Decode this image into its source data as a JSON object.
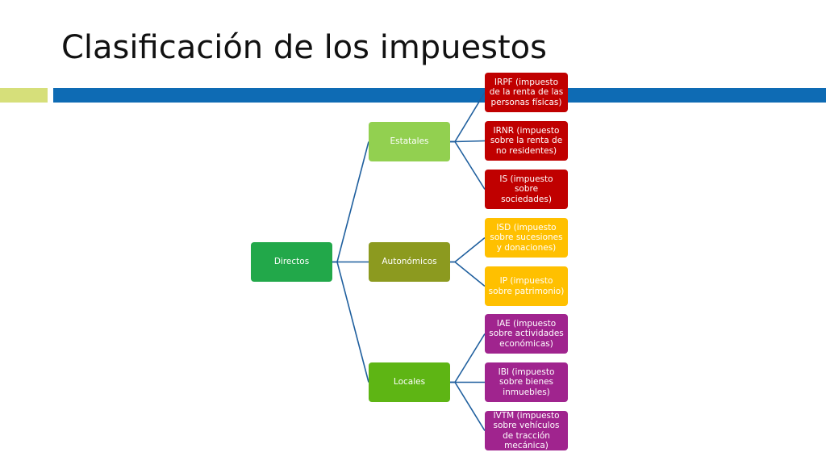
{
  "slide": {
    "title": "Clasificación de los impuestos"
  },
  "colors": {
    "root": "#22a84a",
    "estatales": "#92d050",
    "autonomicos": "#8c9a1f",
    "locales": "#5eb514",
    "red": "#c00000",
    "yellow": "#ffc000",
    "purple": "#a0248e",
    "connector": "#1f5f9e",
    "bar_main": "#0e6bb4",
    "bar_accent": "#d6df7a"
  },
  "diagram": {
    "root": "Directos",
    "estatales": {
      "label": "Estatales",
      "children": [
        "IRPF (impuesto de la renta de las personas físicas)",
        "IRNR (impuesto sobre la renta de no residentes)",
        "IS (impuesto sobre sociedades)"
      ]
    },
    "autonomicos": {
      "label": "Autonómicos",
      "children": [
        "ISD (impuesto sobre sucesiones y donaciones)",
        "IP (impuesto sobre patrimonio)"
      ]
    },
    "locales": {
      "label": "Locales",
      "children": [
        "IAE (impuesto sobre actividades económicas)",
        "IBI (impuesto sobre bienes inmuebles)",
        "IVTM (impuesto sobre vehículos de tracción mecánica)"
      ]
    }
  }
}
